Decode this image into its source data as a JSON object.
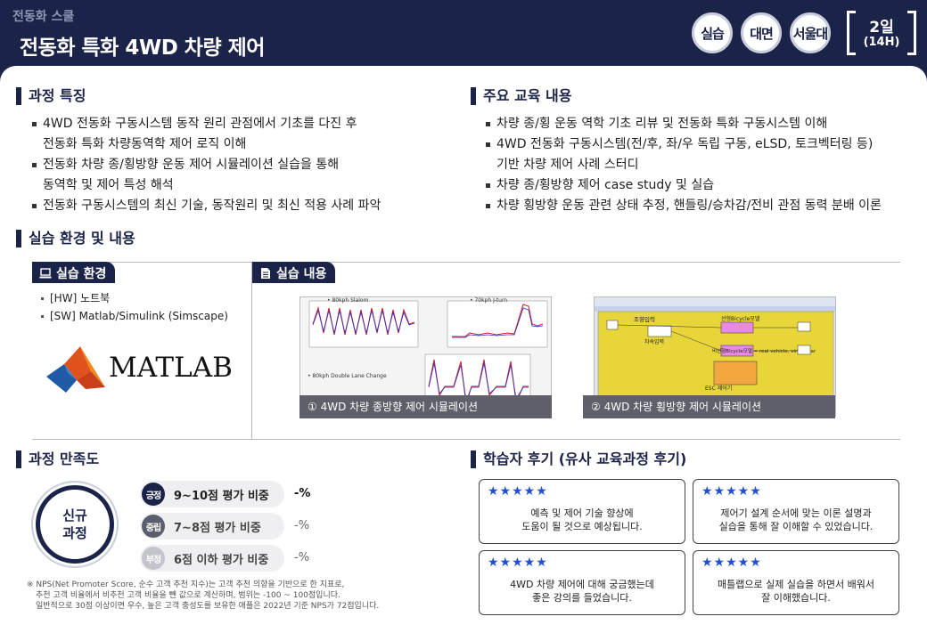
{
  "header": {
    "series": "전동화 스쿨",
    "title": "전동화 특화 4WD 차량 제어",
    "badges": [
      "실습",
      "대면",
      "서울대"
    ],
    "duration_days": "2일",
    "duration_hours": "(14H)"
  },
  "features": {
    "title": "과정 특징",
    "items": [
      [
        "4WD 전동화 구동시스템 동작 원리 관점에서 기초를 다진 후",
        "전동화 특화 차량동역학 제어 로직 이해"
      ],
      [
        "전동화 차량 종/횡방향 운동 제어 시뮬레이션 실습을 통해",
        "동역학 및 제어 특성 해석"
      ],
      [
        "전동화 구동시스템의 최신 기술, 동작원리 및 최신 적용 사례 파악"
      ]
    ]
  },
  "contents": {
    "title": "주요 교육 내용",
    "items": [
      [
        "차량 종/횡 운동 역학 기초 리뷰 및 전동화 특화 구동시스템 이해"
      ],
      [
        "4WD 전동화 구동시스템(전/후, 좌/우 독립 구동, eLSD, 토크벡터링 등)",
        "기반 차량 제어 사례 스터디"
      ],
      [
        "차량 종/횡방향 제어 case study 및 실습"
      ],
      [
        "차량 횡방향 운동 관련 상태 추정, 핸들링/승차감/전비 관점 동력 분배 이론"
      ]
    ]
  },
  "practice": {
    "title": "실습 환경 및 내용",
    "env_label": "실습 환경",
    "env_items": [
      "[HW] 노트북",
      "[SW] Matlab/Simulink (Simscape)"
    ],
    "logo_text": "MATLAB",
    "content_label": "실습 내용",
    "sim1_caption": "① 4WD 차량 종방향 제어 시뮬레이션",
    "sim2_caption": "② 4WD 차량 횡방향 제어 시뮬레이션",
    "plot_titles": [
      "• 80kph Slalom",
      "• 70kph J-turn",
      "• 80kph Double Lane Change"
    ],
    "diagram_labels": [
      "조향입력",
      "선형Bicycle모델",
      "차속입력",
      "비선형Bicycle모델 = real vehicle, virtual car",
      "ESC 제어기"
    ]
  },
  "satisfaction": {
    "title": "과정 만족도",
    "circle_line1": "신규",
    "circle_line2": "과정",
    "rows": [
      {
        "tag": "긍정",
        "label": "9~10점 평가 비중",
        "value": "-%",
        "color": "#1b2348"
      },
      {
        "tag": "중립",
        "label": "7~8점 평가 비중",
        "value": "-%",
        "color": "#5a5d6e"
      },
      {
        "tag": "부정",
        "label": "6점 이하 평가 비중",
        "value": "-%",
        "color": "#c4c5cc"
      }
    ],
    "note": [
      "※ NPS(Net Promoter Score, 순수 고객 추천 지수)는 고객 추천 의향을 기반으로 한 지표로,",
      "추천 고객 비율에서 비추천 고객 비율을 뺀 값으로 계산하며, 범위는 -100 ~ 100점입니다.",
      "일반적으로 30점 이상이면 우수, 높은 고객 충성도를 보유한 애플은 2022년 기준 NPS가 72점입니다."
    ]
  },
  "reviews": {
    "title": "학습자 후기 (유사 교육과정 후기)",
    "stars": "★★★★★",
    "items": [
      [
        "예측 및 제어 기술 향상에",
        "도움이 될 것으로 예상됩니다."
      ],
      [
        "제어기 설계 순서에 맞는 이론 설명과",
        "실습을 통해 잘 이해할 수 있었습니다."
      ],
      [
        "4WD 차량 제어에 대해 궁금했는데",
        "좋은 강의를 들었습니다."
      ],
      [
        "매틀랩으로 실제 실습을 하면서 배워서",
        "잘 이해했습니다."
      ]
    ]
  }
}
